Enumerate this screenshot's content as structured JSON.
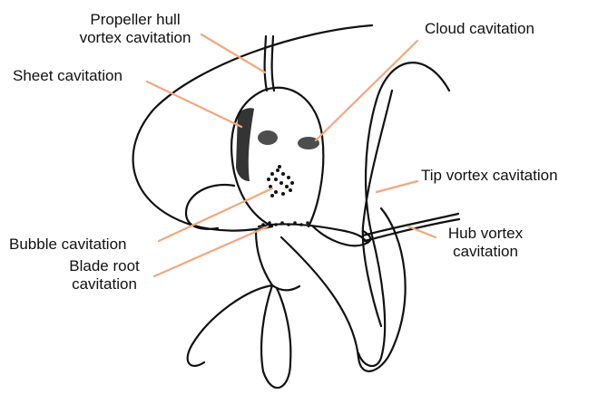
{
  "colors": {
    "outline": "#111111",
    "leader_line": "#f2a77e",
    "background": "#ffffff"
  },
  "labels": {
    "propeller_hull_line1": "Propeller hull",
    "propeller_hull_line2": "vortex cavitation",
    "sheet": "Sheet cavitation",
    "cloud": "Cloud cavitation",
    "tip_vortex": "Tip vortex cavitation",
    "bubble": "Bubble cavitation",
    "blade_root_line1": "Blade root",
    "blade_root_line2": "cavitation",
    "hub_vortex_line1": "Hub vortex",
    "hub_vortex_line2": "cavitation"
  }
}
